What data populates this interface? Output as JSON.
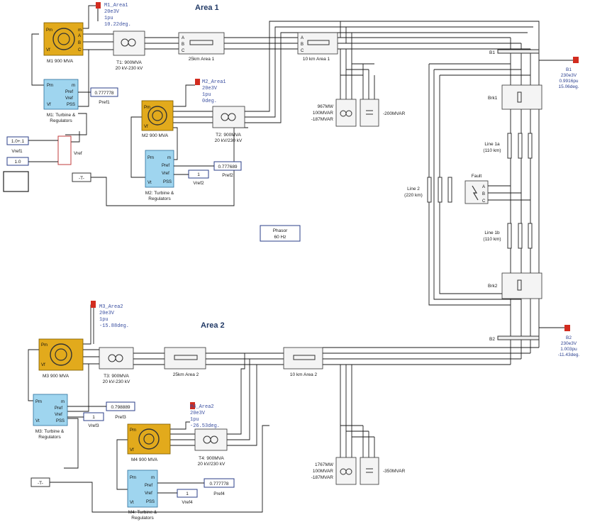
{
  "areas": {
    "area1_title": "Area 1",
    "area2_title": "Area 2"
  },
  "solver": {
    "line1": "Phasor",
    "line2": "60 Hz"
  },
  "generators": [
    {
      "label": "M1 900 MVA",
      "reg_label1": "M1: Turbine &",
      "reg_label2": "Regulators",
      "meas_name": "M1_Area1",
      "meas_lines": [
        "20e3V",
        "1pu",
        "10.22deg."
      ],
      "pref_value": "0.777778",
      "pref_label": "Pref1"
    },
    {
      "label": "M2 900 MVA",
      "reg_label1": "M2: Turbine &",
      "reg_label2": "Regulators",
      "meas_name": "M2_Area1",
      "meas_lines": [
        "20e3V",
        "1pu",
        "0deg."
      ],
      "pref_value": "0.777689",
      "pref_label": "Pref2",
      "vref_value": "1",
      "vref_label": "Vref2"
    },
    {
      "label": "M3 900 MVA",
      "reg_label1": "M3: Turbine &",
      "reg_label2": "Regulators",
      "meas_name": "M3_Area2",
      "meas_lines": [
        "20e3V",
        "1pu",
        "-15.88deg."
      ],
      "pref_value": "0.798889",
      "pref_label": "Pref3",
      "vref_value": "1",
      "vref_label": "Vref3"
    },
    {
      "label": "M4 900 MVA",
      "reg_label1": "M4: Turbine &",
      "reg_label2": "Regulators",
      "meas_name": "M4_Area2",
      "meas_lines": [
        "20e3V",
        "1pu",
        "-26.53deg."
      ],
      "pref_value": "0.777778",
      "pref_label": "Pref4",
      "vref_value": "1",
      "vref_label": "Vref4"
    }
  ],
  "transformers": [
    {
      "line1": "T1: 900MVA",
      "line2": "20 kV-230 kV"
    },
    {
      "line1": "T2: 900MVA",
      "line2": "20 kV/230 kV"
    },
    {
      "line1": "T3: 900MVA",
      "line2": "20 kV-230 kV"
    },
    {
      "line1": "T4: 900MVA",
      "line2": "20 kV/230 kV"
    }
  ],
  "lines": {
    "l25_area1": "25km Area 1",
    "l10_area1": "10 km Area 1",
    "l25_area2": "25km Area 2",
    "l10_area2": "10 km Area 2",
    "line1a": "Line 1a",
    "line1a_len": "(110 km)",
    "line1b": "Line 1b",
    "line1b_len": "(110 km)",
    "line2": "Line 2",
    "line2_len": "(220 km)"
  },
  "loads": {
    "load1_lines": [
      "967MW",
      "100MVAR",
      "-187MVAR"
    ],
    "cap1": "-200MVAR",
    "load2_lines": [
      "1767MW",
      "100MVAR",
      "-187MVAR"
    ],
    "cap2": "-350MVAR"
  },
  "buses": {
    "b1": "B1",
    "b2": "B2",
    "b1_meas": [
      "B1",
      "230e3V",
      "0.9916pu",
      "15.06deg."
    ],
    "b2_meas": [
      "B2",
      "230e3V",
      "1.003pu",
      "-11.43deg."
    ]
  },
  "breakers": {
    "brk1": "Brk1",
    "brk2": "Brk2"
  },
  "fault": {
    "label": "Fault",
    "a": "A",
    "b": "B",
    "c": "C"
  },
  "vref1": {
    "step_value": "1.0+.1",
    "step_label": "Vref1",
    "const_value": "1.0",
    "switch_label": "Vref"
  },
  "goto": {
    "t_label": "-T-"
  },
  "ports": {
    "a": "A",
    "b": "B",
    "c": "C",
    "pm": "Pm",
    "vf": "Vf",
    "m": "m",
    "pref": "Pref",
    "vref": "Vref",
    "pss": "PSS",
    "vt": "Vt"
  }
}
